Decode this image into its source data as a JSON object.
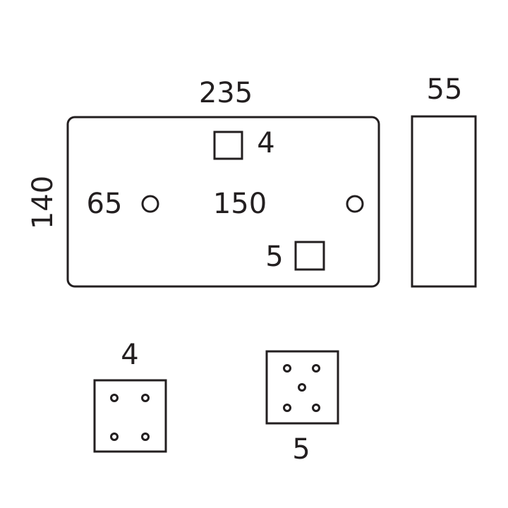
{
  "colors": {
    "line": "#231f20",
    "background": "#ffffff"
  },
  "front_view": {
    "width_label": "235",
    "height_label": "140",
    "hole_spacing_label": "150",
    "hole_offset_label": "65",
    "square_top_label": "4",
    "square_bottom_label": "5"
  },
  "side_view": {
    "depth_label": "55"
  },
  "details": {
    "four_dot_label": "4",
    "five_dot_label": "5"
  }
}
